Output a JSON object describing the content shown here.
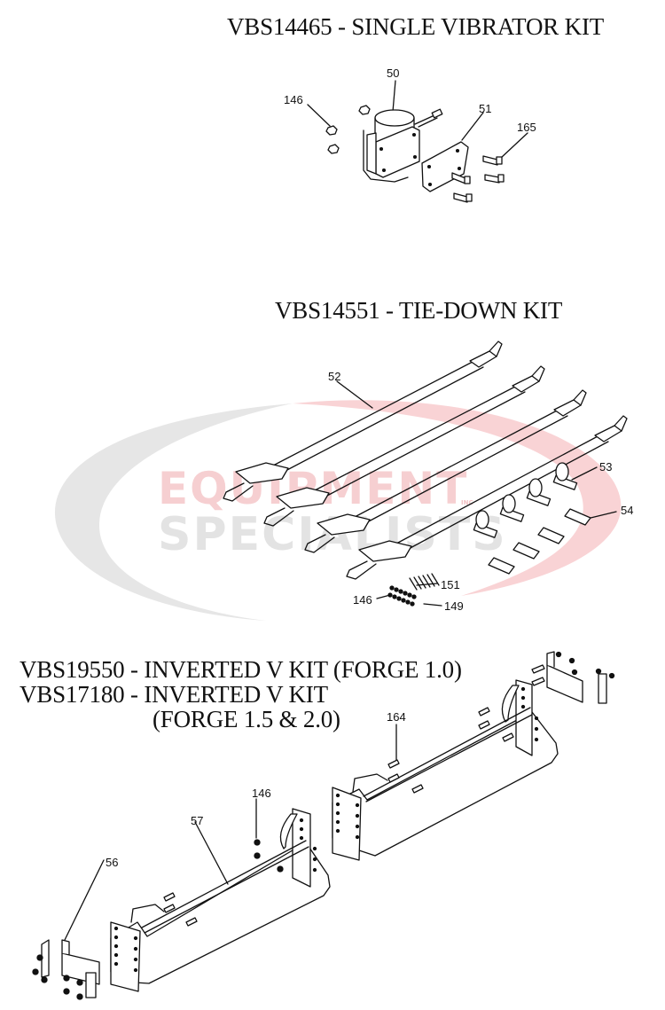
{
  "watermark": {
    "line1": "EQUIPMENT",
    "line2": "SPECIALISTS",
    "inc": "INC",
    "colors": {
      "red": "#f5c9cb",
      "gray": "#e2e2e2",
      "swoosh_gray": "#e6e6e6",
      "swoosh_red": "#f9d3d5"
    }
  },
  "kits": [
    {
      "id": "single-vibrator-kit",
      "title": "VBS14465 - SINGLE VIBRATOR KIT",
      "callouts": [
        "50",
        "146",
        "51",
        "165"
      ]
    },
    {
      "id": "tie-down-kit",
      "title": "VBS14551 - TIE-DOWN KIT",
      "callouts": [
        "52",
        "53",
        "54",
        "151",
        "146",
        "149"
      ]
    },
    {
      "id": "inverted-v-kit",
      "title_line1": "VBS19550 - INVERTED V KIT (FORGE 1.0)",
      "title_line2": "VBS17180 - INVERTED V KIT",
      "title_line3": "(FORGE 1.5 & 2.0)",
      "callouts": [
        "164",
        "146",
        "57",
        "56"
      ]
    }
  ],
  "labels": {
    "k1_50": "50",
    "k1_146": "146",
    "k1_51": "51",
    "k1_165": "165",
    "k2_52": "52",
    "k2_53": "53",
    "k2_54": "54",
    "k2_151": "151",
    "k2_146": "146",
    "k2_149": "149",
    "k3_164": "164",
    "k3_146": "146",
    "k3_57": "57",
    "k3_56": "56"
  }
}
